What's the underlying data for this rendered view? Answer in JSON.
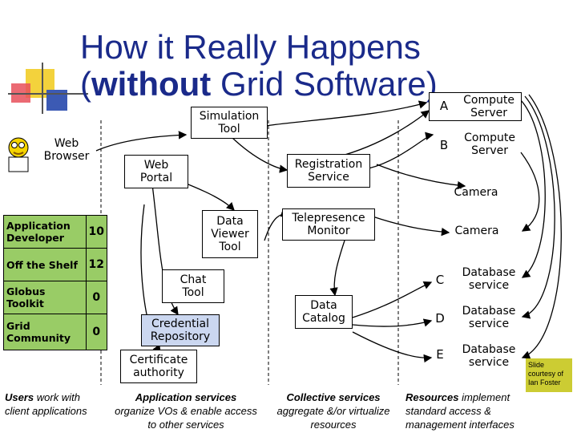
{
  "title": {
    "line1": "How it Really Happens",
    "line2_bold": "without",
    "line2_open": "(",
    "line2_rest": " Grid Software)"
  },
  "nodes": {
    "web_browser": "Web\nBrowser",
    "simulation_tool": "Simulation\nTool",
    "web_portal": "Web\nPortal",
    "registration_service": "Registration\nService",
    "data_viewer_tool": "Data\nViewer\nTool",
    "telepresence_monitor": "Telepresence\nMonitor",
    "chat_tool": "Chat\nTool",
    "credential_repository": "Credential\nRepository",
    "certificate_authority": "Certificate\nauthority",
    "data_catalog": "Data\nCatalog",
    "compute_server_a": "Compute\nServer",
    "compute_server_b": "Compute\nServer",
    "camera_1": "Camera",
    "camera_2": "Camera",
    "database_c": "Database\nservice",
    "database_d": "Database\nservice",
    "database_e": "Database\nservice"
  },
  "letters": {
    "a": "A",
    "b": "B",
    "c": "C",
    "d": "D",
    "e": "E"
  },
  "table": [
    {
      "label": "Application Developer",
      "value": "10"
    },
    {
      "label": "Off the Shelf",
      "value": "12"
    },
    {
      "label": "Globus Toolkit",
      "value": "0"
    },
    {
      "label": "Grid Community",
      "value": "0"
    }
  ],
  "footer": {
    "users_bold": "Users",
    "users_rest": " work with client applications",
    "app_bold": "Application services",
    "app_rest": "organize VOs & enable access to other services",
    "coll_bold": "Collective services",
    "coll_rest": "aggregate &/or virtualize resources",
    "res_bold": "Resources",
    "res_rest": " implement standard access & management interfaces"
  },
  "courtesy": "Slide courtesy of Ian Foster",
  "colors": {
    "accent_green": "#99cc66",
    "credential_blue": "#cbd7f0",
    "title_blue": "#1a2a8a",
    "courtesy_yellow": "#cccc33"
  }
}
